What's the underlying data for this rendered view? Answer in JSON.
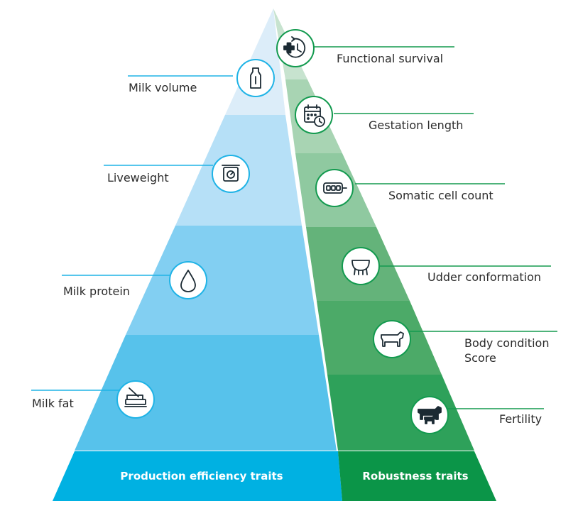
{
  "production": {
    "footer": "Production efficiency traits",
    "traits": [
      {
        "label": "Milk volume",
        "icon": "milk-bottle-icon"
      },
      {
        "label": "Liveweight",
        "icon": "weighing-scale-icon"
      },
      {
        "label": "Milk protein",
        "icon": "droplet-icon"
      },
      {
        "label": "Milk fat",
        "icon": "butter-knife-icon"
      }
    ]
  },
  "robustness": {
    "footer": "Robustness traits",
    "traits": [
      {
        "label": "Functional survival",
        "icon": "survival-cycle-icon"
      },
      {
        "label": "Gestation length",
        "icon": "calendar-clock-icon"
      },
      {
        "label": "Somatic cell count",
        "icon": "test-slide-icon"
      },
      {
        "label": "Udder conformation",
        "icon": "udder-icon"
      },
      {
        "label": "Body condition",
        "label2": "Score",
        "icon": "cow-outline-icon"
      },
      {
        "label": "Fertility",
        "icon": "cow-calf-icon"
      }
    ]
  },
  "colors": {
    "production_tiers": [
      "#dcedf9",
      "#b6e0f7",
      "#82cff2",
      "#57c2eb"
    ],
    "production_footer": "#00b1e2",
    "production_line": "#1fb3e6",
    "robustness_tiers": [
      "#c7e3cf",
      "#a8d4b3",
      "#8fc9a0",
      "#64b37a",
      "#4caa68",
      "#2ea15a"
    ],
    "robustness_footer": "#0b9548",
    "robustness_line": "#139a4f",
    "icon_stroke": "#1b2a33"
  }
}
